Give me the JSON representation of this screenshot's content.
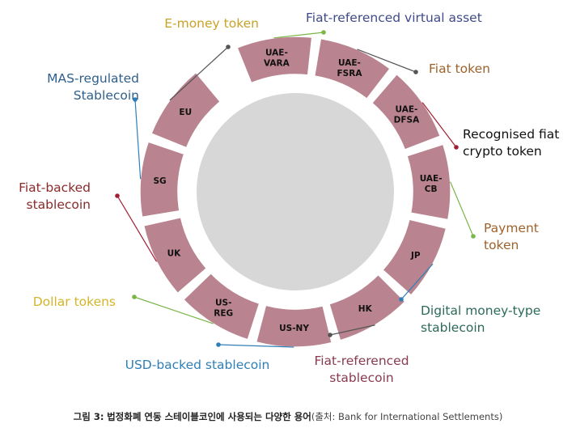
{
  "colors": {
    "segment_fill": "#b98490",
    "segment_stroke": "#ffffff",
    "inner_disk": "#d7d7d7",
    "inner_ring": "#ffffff"
  },
  "segments": [
    {
      "lines": [
        "UAE-",
        "VARA"
      ],
      "label": {
        "lines": [
          "Fiat-referenced virtual asset"
        ],
        "color": "#3f4a8a",
        "dot": "#7ab648"
      }
    },
    {
      "lines": [
        "UAE-",
        "FSRA"
      ],
      "label": {
        "lines": [
          "Fiat token"
        ],
        "color": "#a0622b",
        "dot": "#555555"
      }
    },
    {
      "lines": [
        "UAE-",
        "DFSA"
      ],
      "label": {
        "lines": [
          "Recognised fiat",
          "crypto token"
        ],
        "color": "#111111",
        "dot": "#a21f33"
      }
    },
    {
      "lines": [
        "UAE-",
        "CB"
      ],
      "label": {
        "lines": [
          "Payment",
          "token"
        ],
        "color": "#a0622b",
        "dot": "#7ab648"
      }
    },
    {
      "lines": [
        "JP"
      ],
      "label": {
        "lines": [
          "Digital money-type",
          "stablecoin"
        ],
        "color": "#2b6a5a",
        "dot": "#2f7fb6"
      }
    },
    {
      "lines": [
        "HK"
      ],
      "label": {
        "lines": [
          "Fiat-referenced",
          "stablecoin"
        ],
        "color": "#8a3a4f",
        "dot": "#555555"
      }
    },
    {
      "lines": [
        "US-NY"
      ],
      "label": {
        "lines": [
          "USD-backed stablecoin"
        ],
        "color": "#2f7fb6",
        "dot": "#2f7fb6"
      }
    },
    {
      "lines": [
        "US-",
        "REG"
      ],
      "label": {
        "lines": [
          "Dollar tokens"
        ],
        "color": "#d4b52a",
        "dot": "#7ab648"
      }
    },
    {
      "lines": [
        "UK"
      ],
      "label": {
        "lines": [
          "Fiat-backed",
          "stablecoin"
        ],
        "color": "#8a2a2a",
        "dot": "#a21f33"
      }
    },
    {
      "lines": [
        "SG"
      ],
      "label": {
        "lines": [
          "MAS-regulated",
          "Stablecoin"
        ],
        "color": "#2f5f8a",
        "dot": "#2f7fb6"
      }
    },
    {
      "lines": [
        "EU"
      ],
      "label": {
        "lines": [
          "E-money token"
        ],
        "color": "#c9a227",
        "dot": "#555555"
      }
    }
  ],
  "caption": {
    "prefix": "그림 3:",
    "title": "법정화폐 연동 스테이블코인에 사용되는 다양한 용어",
    "source": "(출처: Bank for International Settlements)"
  }
}
